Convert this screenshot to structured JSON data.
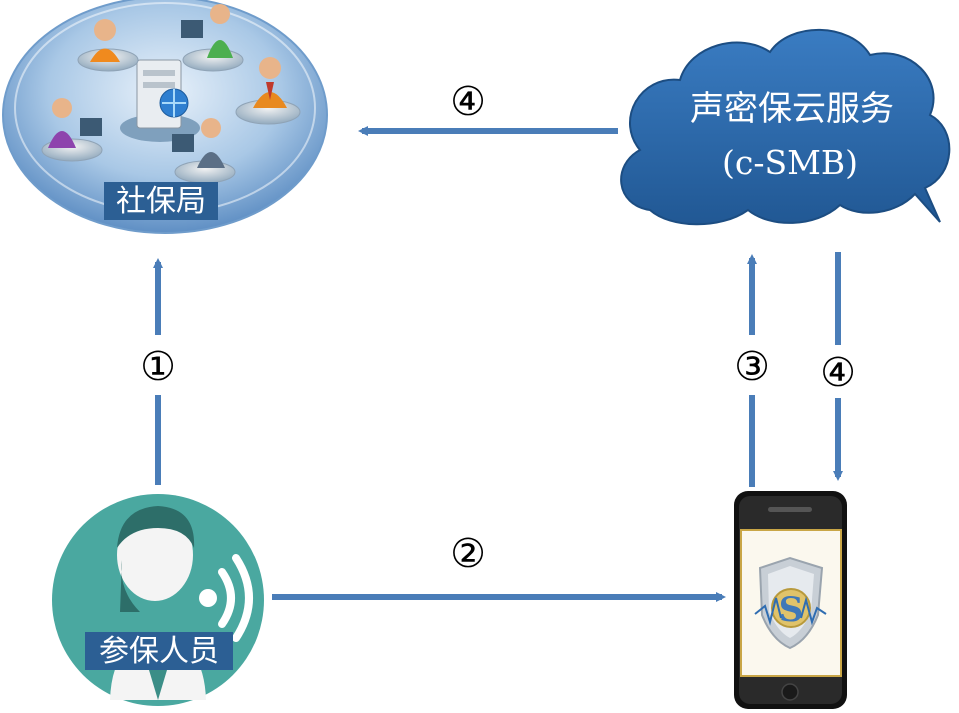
{
  "nodes": {
    "bureau": {
      "label": "社保局"
    },
    "insured": {
      "label": "参保人员"
    },
    "cloud": {
      "title": "声密保云服务",
      "subtitle": "(c-SMB)"
    },
    "phone": {
      "icon": "shield-s-app-icon"
    }
  },
  "steps": {
    "insured_to_bureau": "①",
    "insured_to_phone": "②",
    "phone_to_cloud": "③",
    "cloud_to_phone": "④",
    "cloud_to_bureau": "④"
  },
  "colors": {
    "arrow": "#4a7db8",
    "cloud": "#2f6db1",
    "avatar_bg": "#4aa8a0",
    "label_bg": "#2c5f94"
  }
}
